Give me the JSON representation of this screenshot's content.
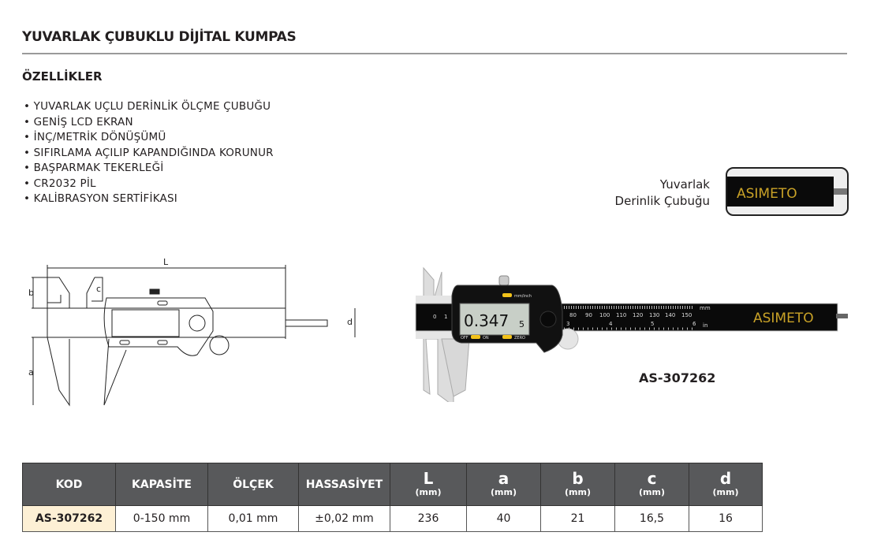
{
  "title": "YUVARLAK ÇUBUKLU DİJİTAL KUMPAS",
  "features_heading": "ÖZELLİKLER",
  "features": [
    "YUVARLAK UÇLU DERİNLİK ÖLÇME ÇUBUĞU",
    "GENİŞ LCD EKRAN",
    "İNÇ/METRİK DÖNÜŞÜMÜ",
    "SIFIRLAMA AÇILIP KAPANDIĞINDA KORUNUR",
    "BAŞPARMAK TEKERLEĞİ",
    "CR2032 PİL",
    "KALİBRASYON SERTİFİKASI"
  ],
  "rod_label": [
    "Yuvarlak",
    "Derinlik Çubuğu"
  ],
  "brand": "ASIMETO",
  "diagram_labels": {
    "L": "L",
    "a": "a",
    "b": "b",
    "c": "c",
    "d": "d"
  },
  "display": {
    "reading": "0.347",
    "sub": "5",
    "mm_inch": "mm/inch",
    "off": "OFF",
    "on": "ON",
    "zero": "ZERO",
    "mm": "mm",
    "in": "in"
  },
  "scale_mm": [
    "0",
    "1",
    "80",
    "90",
    "100",
    "110",
    "120",
    "130",
    "140",
    "150"
  ],
  "scale_in": [
    "3",
    "4",
    "5",
    "6"
  ],
  "model": "AS-307262",
  "table": {
    "headers": [
      {
        "t": "KOD"
      },
      {
        "t": "KAPASİTE"
      },
      {
        "t": "ÖLÇEK"
      },
      {
        "t": "HASSASİYET"
      },
      {
        "t": "L",
        "u": "(mm)"
      },
      {
        "t": "a",
        "u": "(mm)"
      },
      {
        "t": "b",
        "u": "(mm)"
      },
      {
        "t": "c",
        "u": "(mm)"
      },
      {
        "t": "d",
        "u": "(mm)"
      }
    ],
    "rows": [
      [
        "AS-307262",
        "0-150 mm",
        "0,01 mm",
        "±0,02 mm",
        "236",
        "40",
        "21",
        "16,5",
        "16"
      ]
    ]
  }
}
